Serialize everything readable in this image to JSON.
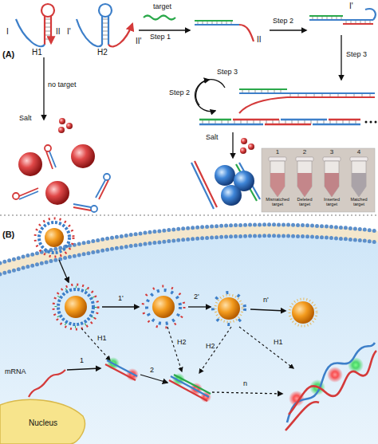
{
  "diagram": {
    "nodes": [
      {
        "text": [
          "1",
          "Mismatched target"
        ]
      },
      {
        "text": [
          "2",
          "Deleted target"
        ]
      },
      {
        "text": [
          "3",
          "Inserted target"
        ]
      },
      {
        "text": [
          "4",
          "Matched target"
        ]
      },
      {
        "text": [
          "Nucleus"
        ]
      }
    ],
    "labels": [
      "(A)",
      "I",
      "II",
      "H1",
      "I'",
      "II'",
      "H2",
      "target",
      "Step 1",
      "II",
      "Step 2",
      "I'",
      "Step 3",
      "no target",
      "Step 2",
      "Step 3",
      "Salt",
      "Salt",
      "(B)",
      "H1",
      "1'",
      "2'",
      "n'",
      "H2",
      "mRNA",
      "1",
      "H2",
      "H1",
      "2",
      "n"
    ]
  }
}
